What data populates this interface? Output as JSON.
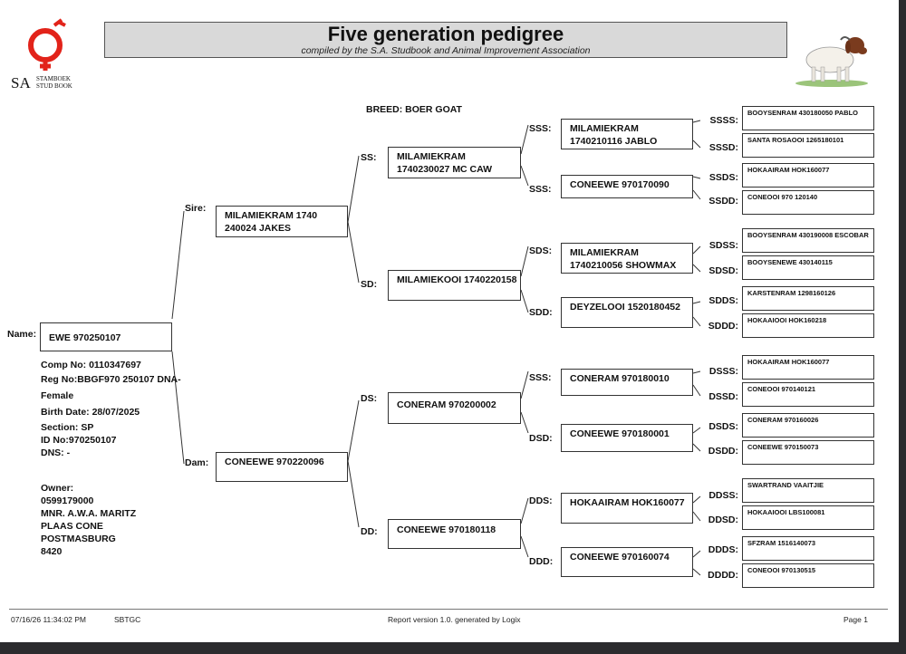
{
  "header": {
    "title": "Five generation pedigree",
    "subtitle": "compiled by the S.A. Studbook and Animal Improvement Association"
  },
  "logo": {
    "sa": "SA",
    "line1": "STAMBOEK",
    "line2": "STUD BOOK",
    "color": "#e2231a"
  },
  "breed": "BREED: BOER GOAT",
  "animal": {
    "name_label": "Name:",
    "name": "EWE 970250107",
    "comp_no": "Comp No: 0110347697",
    "reg_no": "Reg No:BBGF970 250107 DNA-",
    "sex": "Female",
    "birth_date": "Birth Date: 28/07/2025",
    "section": "Section: SP",
    "id_no": "ID No:970250107",
    "dns": "DNS: -"
  },
  "owner": {
    "label": "Owner:",
    "number": "0599179000",
    "name": "MNR. A.W.A. MARITZ",
    "farm": "PLAAS CONE",
    "town": "POSTMASBURG",
    "code": "8420"
  },
  "gen1": {
    "sire": {
      "label": "Sire:",
      "name": "MILAMIEKRAM 1740 240024 JAKES"
    },
    "dam": {
      "label": "Dam:",
      "name": "CONEEWE 970220096"
    }
  },
  "gen2": [
    {
      "label": "SS:",
      "name": "MILAMIEKRAM 1740230027 MC CAW"
    },
    {
      "label": "SD:",
      "name": "MILAMIEKOOI 1740220158"
    },
    {
      "label": "DS:",
      "name": "CONERAM 970200002"
    },
    {
      "label": "DD:",
      "name": "CONEEWE 970180118"
    }
  ],
  "gen3": [
    {
      "label": "SSS:",
      "name": "MILAMIEKRAM 1740210116 JABLO"
    },
    {
      "label": "SSS:",
      "name": "CONEEWE 970170090"
    },
    {
      "label": "SDS:",
      "name": "MILAMIEKRAM 1740210056 SHOWMAX"
    },
    {
      "label": "SDD:",
      "name": "DEYZELOOI 1520180452"
    },
    {
      "label": "SSS:",
      "name": "CONERAM 970180010"
    },
    {
      "label": "DSD:",
      "name": "CONEEWE 970180001"
    },
    {
      "label": "DDS:",
      "name": "HOKAAIRAM HOK160077"
    },
    {
      "label": "DDD:",
      "name": "CONEEWE 970160074"
    }
  ],
  "gen4": [
    {
      "label": "SSSS:",
      "name": "BOOYSENRAM 430180050 PABLO"
    },
    {
      "label": "SSSD:",
      "name": "SANTA ROSAOOI 1265180101"
    },
    {
      "label": "SSDS:",
      "name": "HOKAAIRAM HOK160077"
    },
    {
      "label": "SSDD:",
      "name": "CONEOOI 970 120140"
    },
    {
      "label": "SDSS:",
      "name": "BOOYSENRAM 430190008 ESCOBAR"
    },
    {
      "label": "SDSD:",
      "name": "BOOYSENEWE 430140115"
    },
    {
      "label": "SDDS:",
      "name": "KARSTENRAM 1298160126"
    },
    {
      "label": "SDDD:",
      "name": "HOKAAIOOI HOK160218"
    },
    {
      "label": "DSSS:",
      "name": "HOKAAIRAM HOK160077"
    },
    {
      "label": "DSSD:",
      "name": "CONEOOI 970140121"
    },
    {
      "label": "DSDS:",
      "name": "CONERAM 970160026"
    },
    {
      "label": "DSDD:",
      "name": "CONEEWE 970150073"
    },
    {
      "label": "DDSS:",
      "name": "SWARTRAND VAAITJIE"
    },
    {
      "label": "DDSD:",
      "name": "HOKAAIOOI LBS100081"
    },
    {
      "label": "DDDS:",
      "name": "SFZRAM 1516140073"
    },
    {
      "label": "DDDD:",
      "name": "CONEOOI 970130515"
    }
  ],
  "footer": {
    "datetime": "07/16/26 11:34:02 PM",
    "code": "SBTGC",
    "report": "Report version 1.0. generated by Logix",
    "page": "Page 1"
  }
}
